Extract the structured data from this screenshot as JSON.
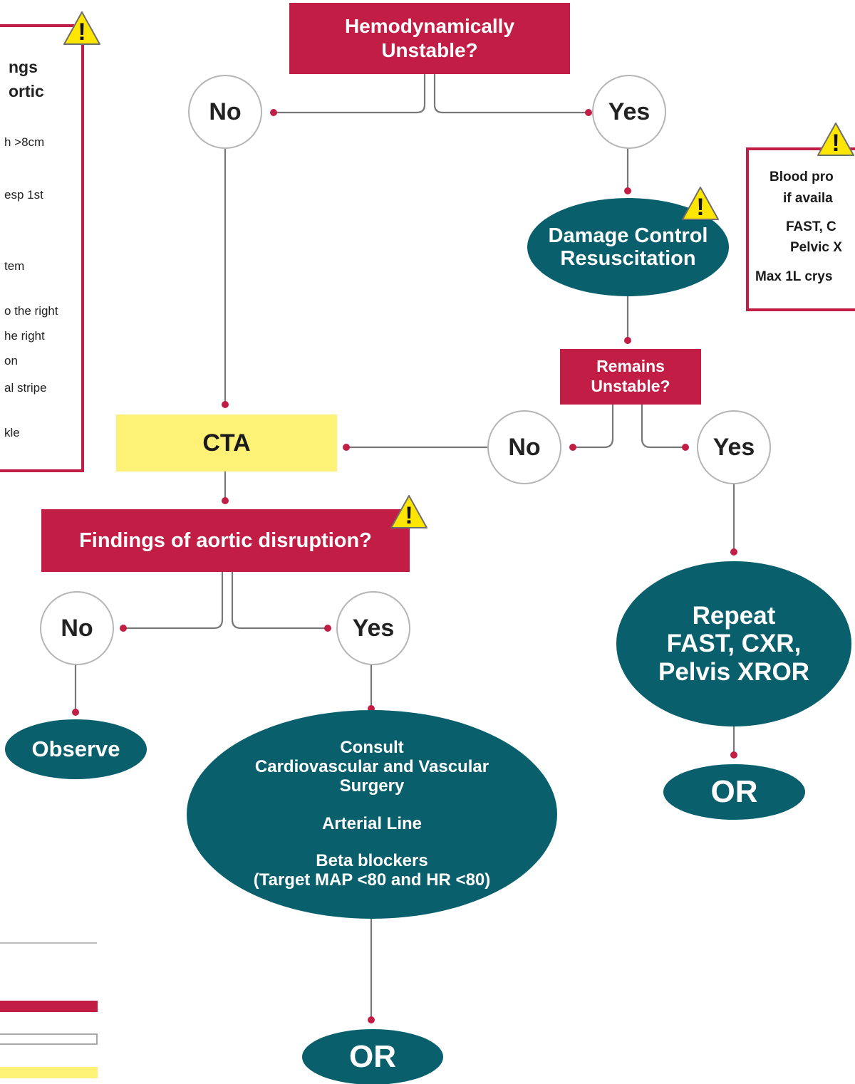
{
  "nodes": {
    "hemo_unstable": [
      "Hemodynamically",
      "Unstable?"
    ],
    "no1": "No",
    "yes1": "Yes",
    "dcr": [
      "Damage Control",
      "Resuscitation"
    ],
    "remains_unstable": [
      "Remains",
      "Unstable?"
    ],
    "no2": "No",
    "yes2": "Yes",
    "cta": "CTA",
    "findings": "Findings of aortic disruption?",
    "no3": "No",
    "yes3": "Yes",
    "observe": "Observe",
    "consult": [
      "Consult",
      "Cardiovascular and Vascular",
      "Surgery"
    ],
    "arterial_line": "Arterial Line",
    "beta_blockers": [
      "Beta blockers",
      "(Target MAP <80 and HR <80)"
    ],
    "or_left": "OR",
    "repeat": [
      "Repeat",
      "FAST, CXR,",
      "Pelvis XROR"
    ],
    "or_right": "OR"
  },
  "left_panel": {
    "title": [
      "ngs",
      "ortic"
    ],
    "items": [
      "h >8cm",
      "esp 1st",
      "tem",
      "o the right",
      "he right",
      "on",
      "al stripe",
      "kle"
    ]
  },
  "right_panel": {
    "items": [
      "Blood pro",
      "if availa",
      "FAST, C",
      "Pelvic X",
      "Max 1L crys"
    ]
  },
  "warning_icon": {
    "symbol": "!"
  },
  "colors": {
    "red": "#c21e45",
    "teal": "#09606c",
    "yellow": "#fdf176",
    "circle_border": "#b5b5b5",
    "connector": "#777777",
    "dot": "#c21e45"
  }
}
